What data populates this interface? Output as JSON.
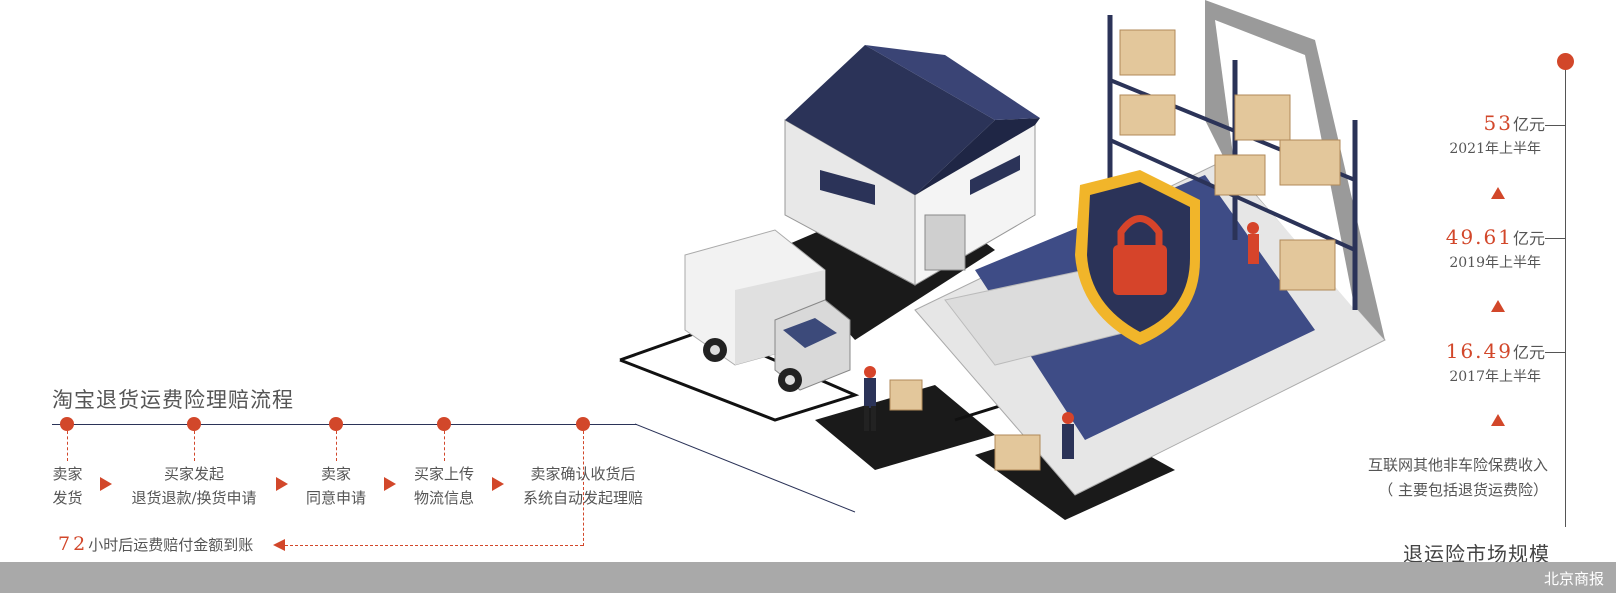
{
  "process": {
    "title": "淘宝退货运费险理赔流程",
    "steps": [
      {
        "line1": "卖家",
        "line2": "发货"
      },
      {
        "line1": "买家发起",
        "line2": "退货退款/换货申请"
      },
      {
        "line1": "卖家",
        "line2": "同意申请"
      },
      {
        "line1": "买家上传",
        "line2": "物流信息"
      },
      {
        "line1": "卖家确认收货后",
        "line2": "系统自动发起理赔"
      }
    ],
    "payout_value": "72",
    "payout_text": "小时后运费赔付金额到账"
  },
  "market": {
    "title": "退运险市场规模",
    "points": [
      {
        "value": "53",
        "unit": "亿元",
        "period": "2021年上半年"
      },
      {
        "value": "49.61",
        "unit": "亿元",
        "period": "2019年上半年"
      },
      {
        "value": "16.49",
        "unit": "亿元",
        "period": "2017年上半年"
      }
    ],
    "note_line1": "互联网其他非车险保费收入",
    "note_line2": "（ 主要包括退货运费险）"
  },
  "footer": {
    "brand": "北京商报"
  },
  "colors": {
    "accent": "#d2472a",
    "roof": "#2b3358",
    "shield": "#f1b52a",
    "lock": "#d6442a",
    "box": "#e3c79b"
  },
  "illustration": {
    "icons": [
      "warehouse-icon",
      "truck-icon",
      "laptop-icon",
      "shield-lock-icon",
      "shelf-icon",
      "worker-icon",
      "cardboard-box-icon"
    ]
  }
}
